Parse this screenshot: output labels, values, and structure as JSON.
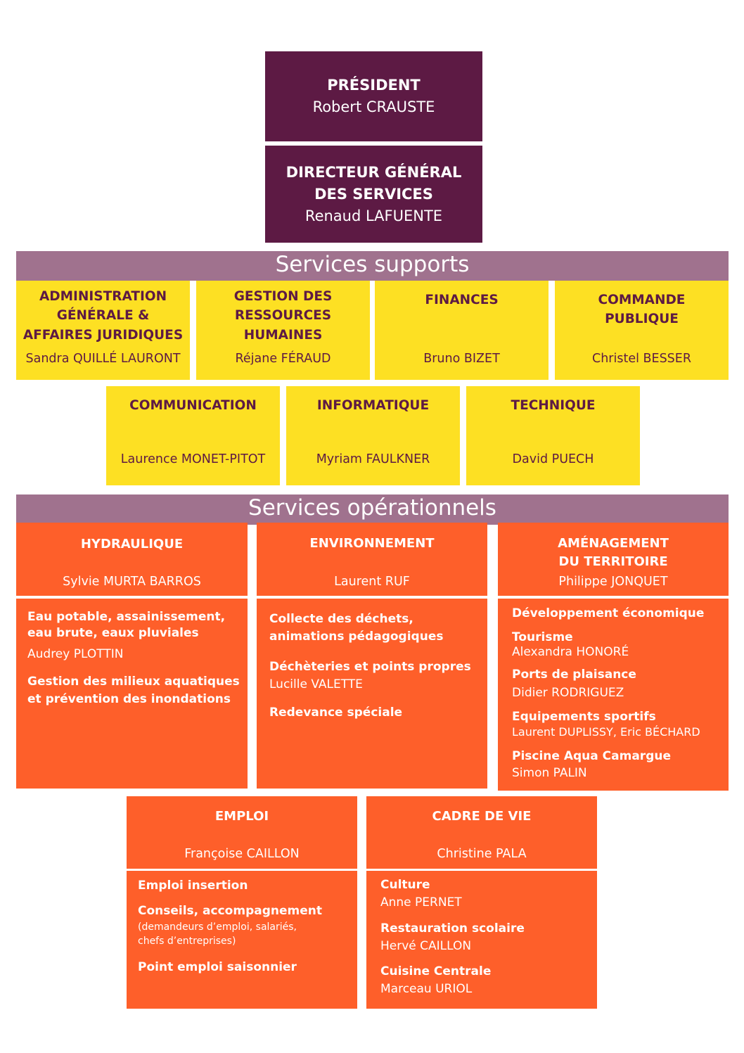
{
  "president": {
    "title": "PRÉSIDENT",
    "name": "Robert CRAUSTE"
  },
  "dgs": {
    "title_line1": "DIRECTEUR GÉNÉRAL",
    "title_line2": "DES SERVICES",
    "name": "Renaud LAFUENTE"
  },
  "supports": {
    "heading": "Services supports",
    "units": [
      {
        "title": [
          "ADMINISTRATION",
          "GÉNÉRALE &",
          "AFFAIRES JURIDIQUES"
        ],
        "name": "Sandra QUILLÉ LAURONT"
      },
      {
        "title": [
          "GESTION DES",
          "RESSOURCES",
          "HUMAINES"
        ],
        "name": "Réjane FÉRAUD"
      },
      {
        "title": [
          "FINANCES"
        ],
        "name": "Bruno BIZET"
      },
      {
        "title": [
          "COMMANDE",
          "PUBLIQUE"
        ],
        "name": "Christel BESSER"
      },
      {
        "title": [
          "COMMUNICATION"
        ],
        "name": "Laurence MONET-PITOT"
      },
      {
        "title": [
          "INFORMATIQUE"
        ],
        "name": "Myriam FAULKNER"
      },
      {
        "title": [
          "TECHNIQUE"
        ],
        "name": "David PUECH"
      }
    ]
  },
  "operationnels": {
    "heading": "Services opérationnels",
    "units": [
      {
        "title": [
          "HYDRAULIQUE"
        ],
        "name": "Sylvie MURTA BARROS",
        "items": [
          {
            "label": [
              "Eau potable, assainissement,",
              "eau brute, eaux pluviales"
            ],
            "person": "Audrey PLOTTIN"
          },
          {
            "label": [
              "Gestion des milieux aquatiques",
              "et prévention des inondations"
            ]
          }
        ]
      },
      {
        "title": [
          "ENVIRONNEMENT"
        ],
        "name": "Laurent RUF",
        "items": [
          {
            "label": [
              "Collecte des déchets,",
              "animations pédagogiques"
            ]
          },
          {
            "label": [
              "Déchèteries et points propres"
            ],
            "person": "Lucille VALETTE"
          },
          {
            "label": [
              "Redevance spéciale"
            ]
          }
        ]
      },
      {
        "title": [
          "AMÉNAGEMENT",
          "DU TERRITOIRE"
        ],
        "name": "Philippe JONQUET",
        "items": [
          {
            "label": [
              "Développement économique"
            ]
          },
          {
            "label": [
              "Tourisme"
            ],
            "person": "Alexandra HONORÉ"
          },
          {
            "label": [
              "Ports de plaisance"
            ],
            "person": "Didier RODRIGUEZ"
          },
          {
            "label": [
              "Equipements sportifs"
            ],
            "person": "Laurent DUPLISSY, Eric BÉCHARD"
          },
          {
            "label": [
              "Piscine Aqua Camargue"
            ],
            "person": "Simon PALIN"
          }
        ]
      },
      {
        "title": [
          "EMPLOI"
        ],
        "name": "Françoise CAILLON",
        "items": [
          {
            "label": [
              "Emploi insertion"
            ]
          },
          {
            "label": [
              "Conseils, accompagnement"
            ],
            "note": [
              "(demandeurs d’emploi, salariés,",
              "chefs d’entreprises)"
            ]
          },
          {
            "label": [
              "Point emploi saisonnier"
            ]
          }
        ]
      },
      {
        "title": [
          "CADRE DE VIE"
        ],
        "name": "Christine PALA",
        "items": [
          {
            "label": [
              "Culture"
            ],
            "person": "Anne PERNET"
          },
          {
            "label": [
              "Restauration scolaire"
            ],
            "person": "Hervé CAILLON"
          },
          {
            "label": [
              "Cuisine Centrale"
            ],
            "person": "Marceau URIOL"
          }
        ]
      }
    ]
  },
  "colors": {
    "plum": "#5d1a44",
    "band": "#a0728e",
    "yellow": "#fde023",
    "orange": "#fe5f2a"
  }
}
